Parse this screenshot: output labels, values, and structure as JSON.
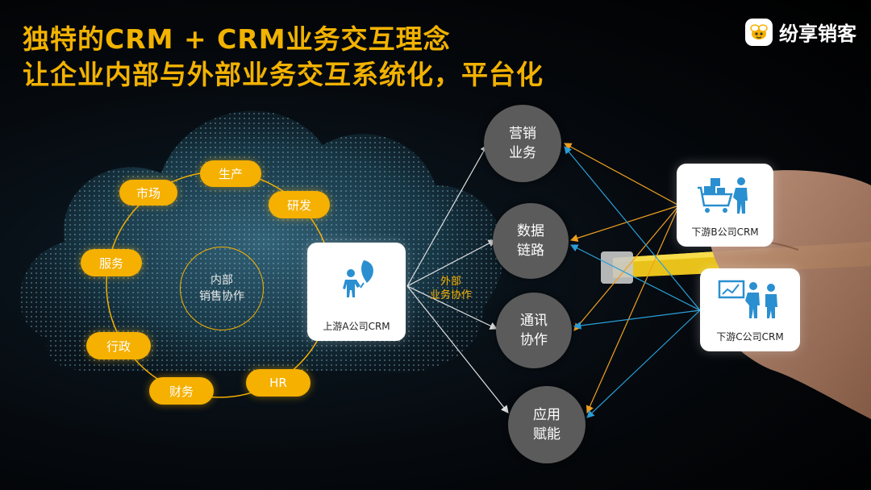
{
  "title": {
    "line1": "独特的CRM + CRM业务交互理念",
    "line2": "让企业内部与外部业务交互系统化，平台化"
  },
  "brand": {
    "name": "纷享销客",
    "icon": "bee-logo-icon"
  },
  "inner_circle": {
    "line1": "内部",
    "line2": "销售协作"
  },
  "departments": [
    "市场",
    "生产",
    "研发",
    "服务",
    "行政",
    "财务",
    "HR"
  ],
  "upstream": {
    "label": "上游A公司CRM",
    "icon": "person-with-leaf-icon"
  },
  "edge_label": {
    "line1": "外部",
    "line2": "业务协作"
  },
  "services": [
    {
      "line1": "营销",
      "line2": "业务"
    },
    {
      "line1": "数据",
      "line2": "链路"
    },
    {
      "line1": "通讯",
      "line2": "协作"
    },
    {
      "line1": "应用",
      "line2": "赋能"
    }
  ],
  "downstream": [
    {
      "label": "下游B公司CRM",
      "icon": "person-with-cart-icon"
    },
    {
      "label": "下游C公司CRM",
      "icon": "presentation-people-icon"
    }
  ],
  "colors": {
    "title": "#f2b200",
    "accent": "#f5b000",
    "node": "#5b5b5b",
    "link_orange": "#f0a020",
    "link_blue": "#2a9fd8",
    "link_white": "#e0e0e0"
  }
}
